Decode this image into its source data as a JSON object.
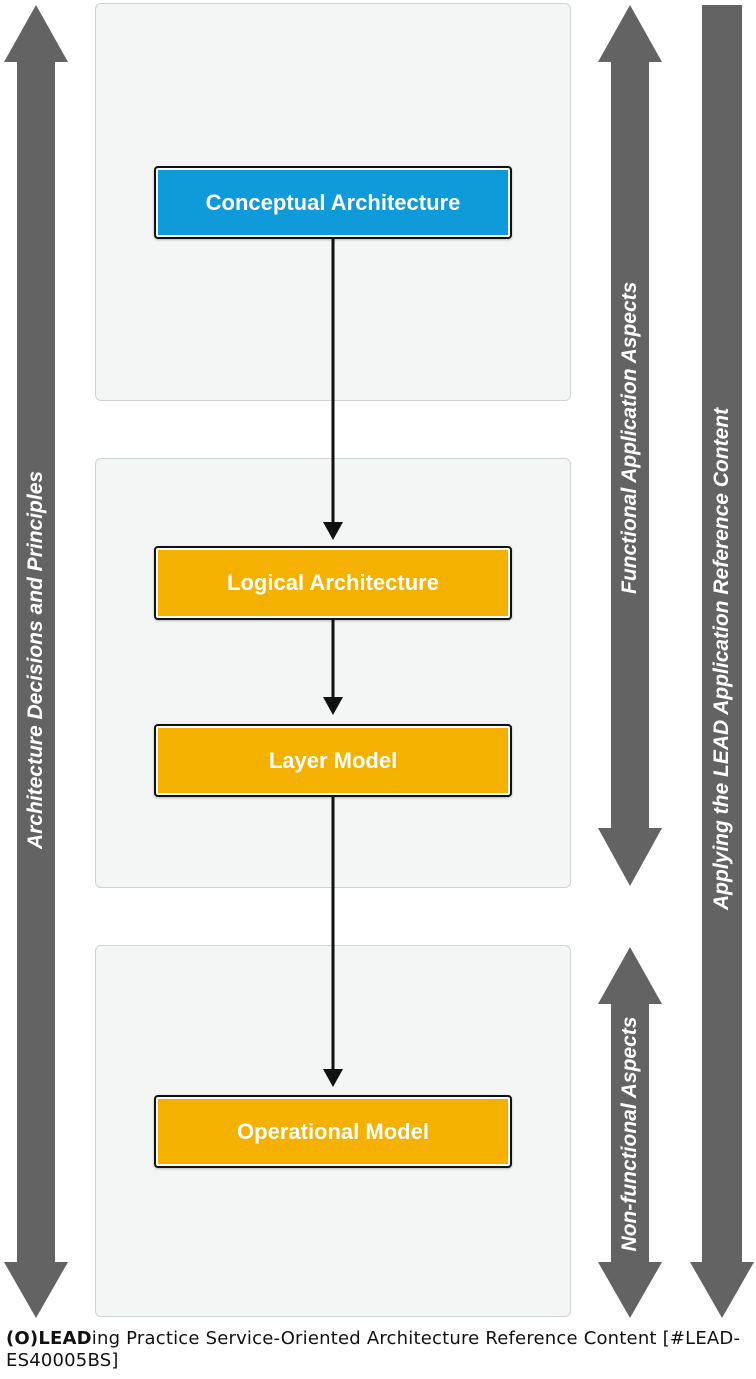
{
  "colors": {
    "panel_bg": "#f4f5f5",
    "arrow_gray": "#636363",
    "conceptual_blue": "#0f9ad9",
    "logical_orange": "#f4b100",
    "connector_black": "#111111"
  },
  "side_labels": {
    "left": "Architecture Decisions and Principles",
    "functional": "Functional Application Aspects",
    "non_functional": "Non-functional Aspects",
    "right": "Applying the LEAD Application Reference Content"
  },
  "boxes": {
    "conceptual": "Conceptual Architecture",
    "logical": "Logical Architecture",
    "layer": "Layer Model",
    "operational": "Operational Model"
  },
  "footer": {
    "logo": "(O)LEAD",
    "text": "ing Practice Service-Oriented Architecture Reference Content [#LEAD-ES40005BS]"
  }
}
